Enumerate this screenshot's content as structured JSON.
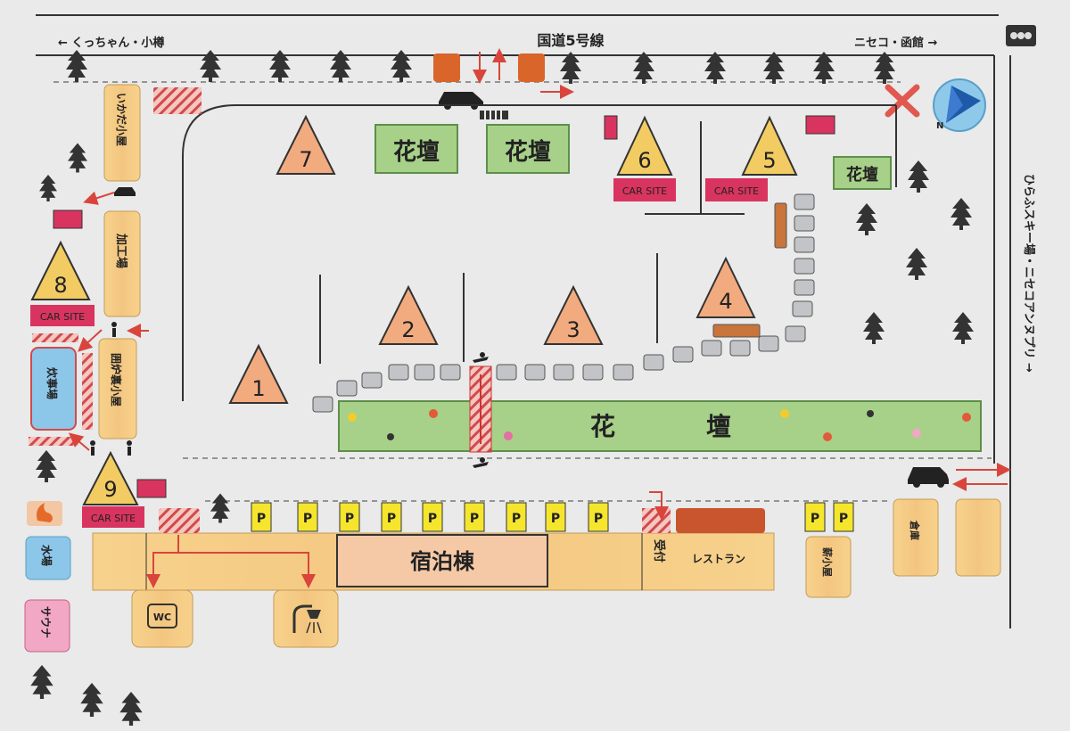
{
  "road": {
    "route_label": "国道5号線",
    "west_dest": "← くっちゃん・小樽",
    "east_dest": "ニセコ・函館 →",
    "side_road": "ひらふスキー場・ニセコアンヌプリ →"
  },
  "sites": [
    "1",
    "2",
    "3",
    "4",
    "5",
    "6",
    "7",
    "8",
    "9"
  ],
  "car_site_label": "CAR SITE",
  "flowerbed_label": "花壇",
  "main_flowerbed": {
    "left": "花",
    "right": "壇"
  },
  "parking_label": "P",
  "buildings": {
    "lodging": "宿泊棟",
    "reception": "受付",
    "restaurant": "レストラン",
    "ikada": "いかだ小屋",
    "kako": "加工場",
    "irori": "囲炉裏小屋",
    "suiji": "炊事場",
    "mizuba": "水場",
    "sauna": "サウナ",
    "souko": "倉庫",
    "maki": "薪小屋",
    "wc": "WC"
  },
  "colors": {
    "paper": "#e9eae9",
    "triangle": "#f2ab7f",
    "triangle_yellow": "#f2cc63",
    "building": "#f6d08a",
    "flowerbed": "#a7d089",
    "car_site": "#d8345f",
    "parking": "#f5e52d",
    "water": "#8cc7ea",
    "sauna": "#f2a8c4",
    "path": "#c2c4c7"
  }
}
